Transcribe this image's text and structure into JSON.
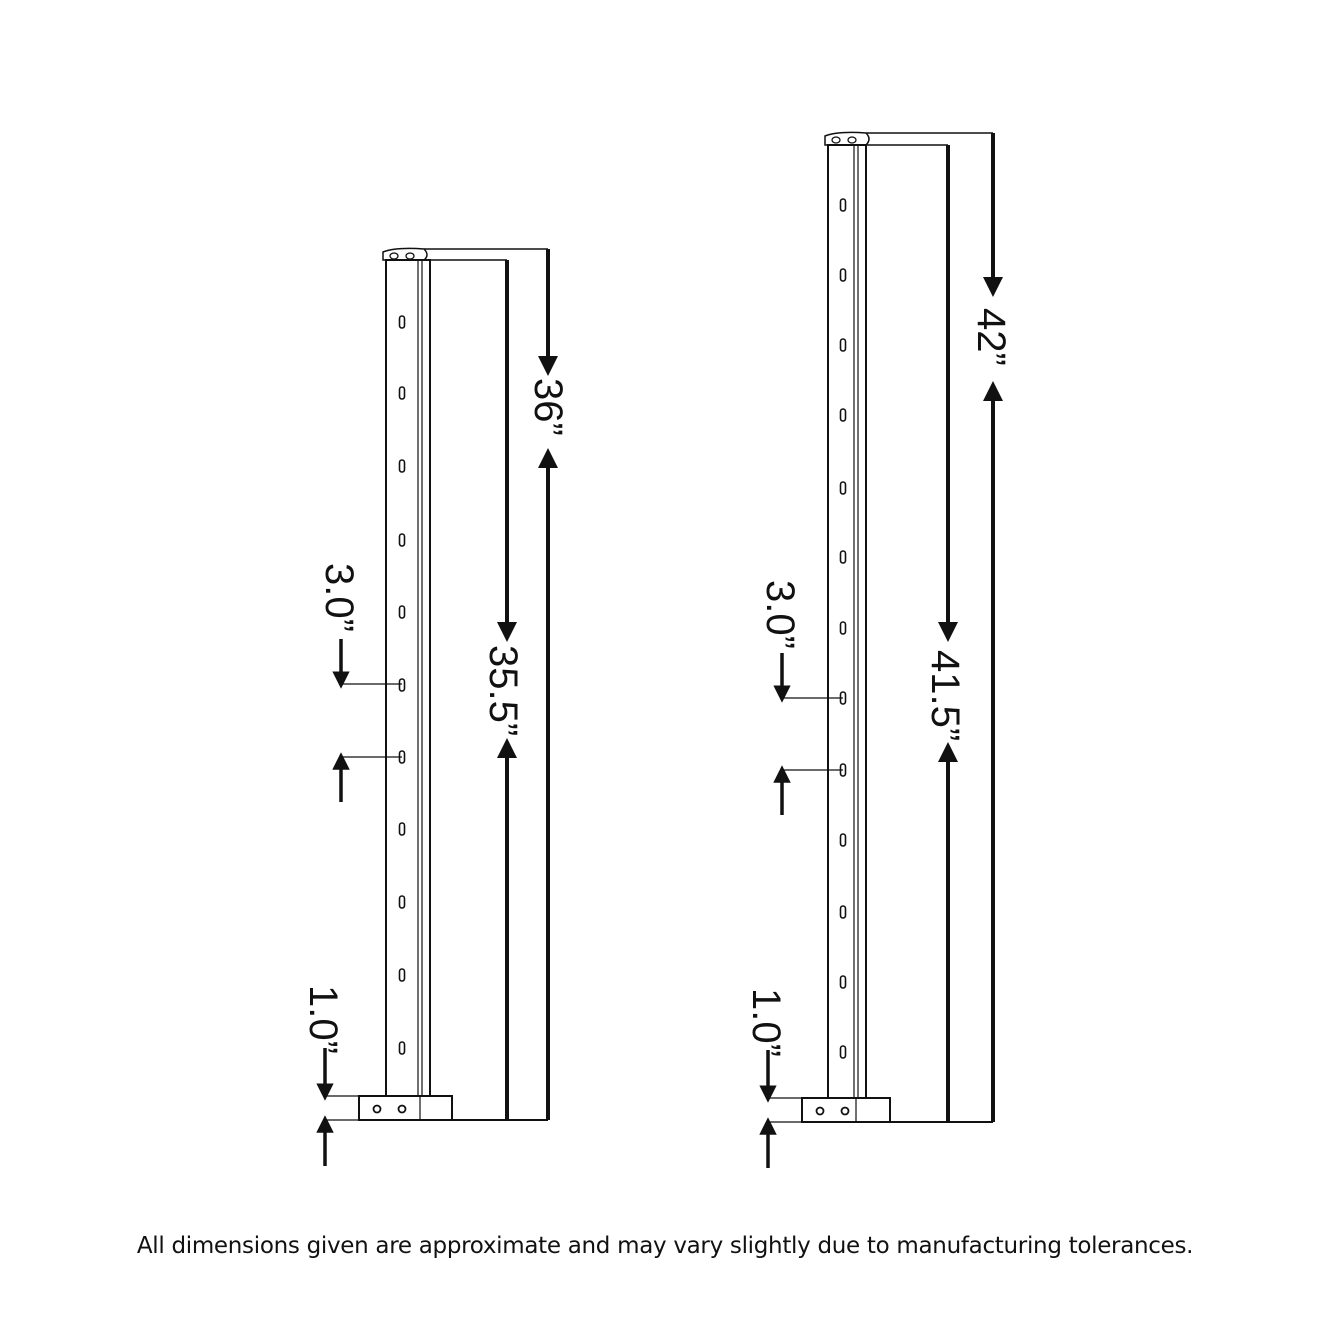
{
  "posts": [
    {
      "overall_height": "36”",
      "post_height": "35.5”",
      "hole_spacing": "3.0”",
      "base_offset": "1.0”"
    },
    {
      "overall_height": "42”",
      "post_height": "41.5”",
      "hole_spacing": "3.0”",
      "base_offset": "1.0”"
    }
  ],
  "caption": "All dimensions given are approximate and may vary slightly due to manufacturing tolerances.",
  "colors": {
    "line": "#111111",
    "background": "#ffffff"
  }
}
